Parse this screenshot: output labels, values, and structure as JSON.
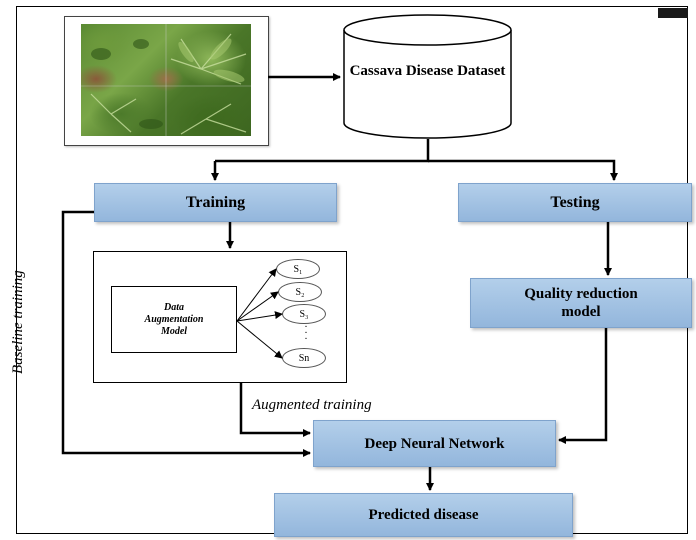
{
  "dataset": {
    "label": "Cassava Disease Dataset"
  },
  "steps": {
    "training": "Training",
    "testing": "Testing",
    "quality_reduction": "Quality reduction\nmodel",
    "deep_neural_network": "Deep Neural Network",
    "predicted_disease": "Predicted disease"
  },
  "augmentation": {
    "model_label": "Data\nAugmentation\nModel",
    "samples": [
      "S₁",
      "S₂",
      "S₃",
      "Sn"
    ],
    "ellipsis": ".\n.\n."
  },
  "edge_labels": {
    "augmented_training": "Augmented training",
    "baseline_training": "Baseline training"
  }
}
